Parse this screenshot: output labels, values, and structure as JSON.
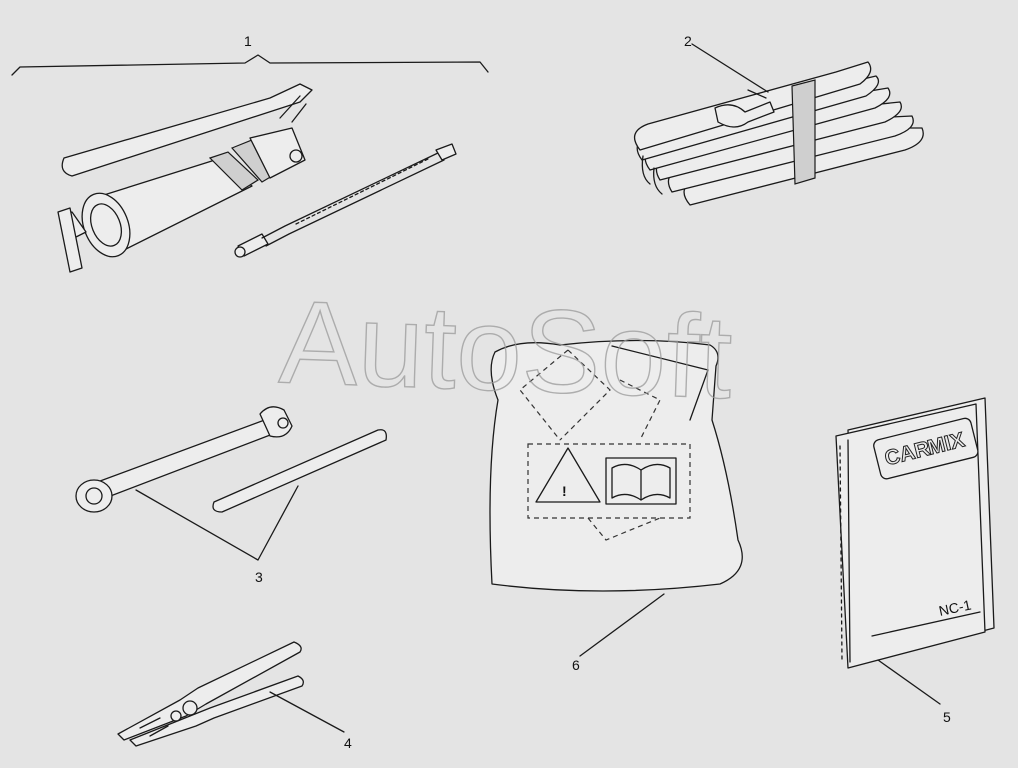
{
  "labels": [
    "1",
    "2",
    "3",
    "4",
    "5",
    "6"
  ],
  "watermark": "AutoSoft",
  "manual_logo": {
    "word1": "CAR",
    "word2": "MIX"
  },
  "manual_code": "NC-1",
  "warning_glyph": "!",
  "icons": [
    "warning-triangle-icon",
    "open-book-icon"
  ],
  "colors": {
    "background": "#e4e4e4",
    "line": "#1a1a1a",
    "watermark": "#9a9a9a"
  }
}
